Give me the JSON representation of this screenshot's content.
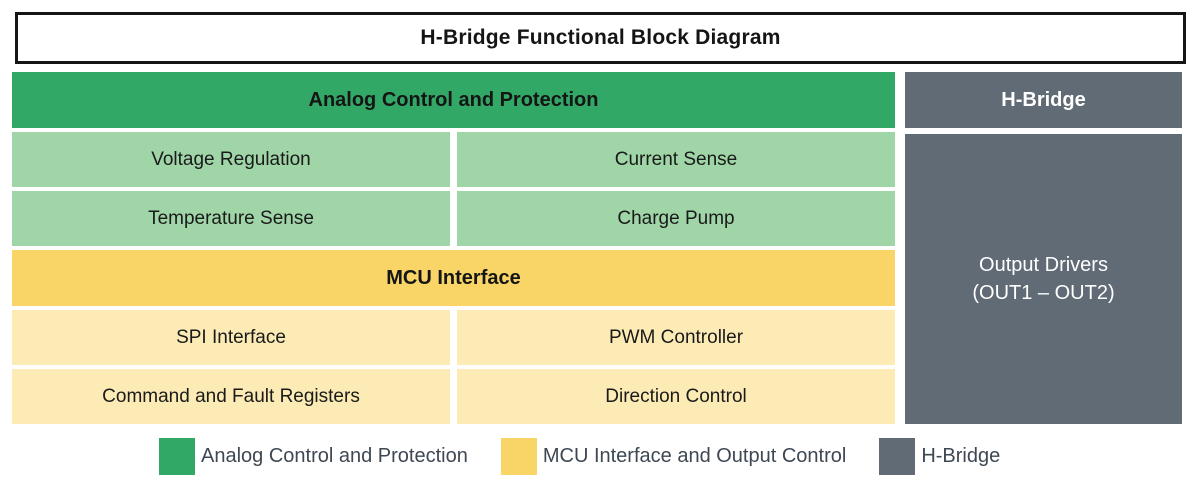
{
  "title": "H-Bridge Functional Block Diagram",
  "colors": {
    "analog_header_green": "#32a866",
    "analog_cell_green": "#9fd5a7",
    "mcu_header_yellow": "#f9d466",
    "mcu_cell_yellow": "#fcebb5",
    "hbridge_gray": "#606b75",
    "title_border_black": "#151515",
    "cell_text": "#1a1a1a",
    "legend_text": "#3e4852",
    "hbridge_text_white": "#ffffff"
  },
  "sections": {
    "analog": {
      "header": "Analog Control and Protection",
      "cells": [
        "Voltage Regulation",
        "Current Sense",
        "Temperature Sense",
        "Charge Pump"
      ]
    },
    "mcu": {
      "header": "MCU Interface",
      "cells": [
        "SPI Interface",
        "PWM Controller",
        "Command and Fault Registers",
        "Direction Control"
      ]
    },
    "hbridge": {
      "header": "H-Bridge",
      "block_line1": "Output Drivers",
      "block_line2": "(OUT1 – OUT2)"
    }
  },
  "legend": [
    {
      "swatch": "green",
      "label": "Analog Control and Protection"
    },
    {
      "swatch": "yellow",
      "label": "MCU Interface and Output Control"
    },
    {
      "swatch": "gray",
      "label": "H-Bridge"
    }
  ]
}
